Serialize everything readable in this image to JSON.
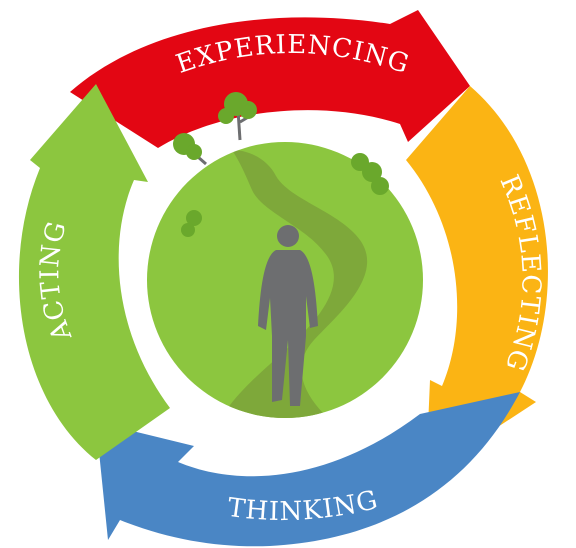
{
  "stages": [
    {
      "id": "experiencing",
      "label": "EXPERIENCING",
      "color": "#e30613"
    },
    {
      "id": "reflecting",
      "label": "REFLECTING",
      "color": "#fbb414"
    },
    {
      "id": "thinking",
      "label": "THINKING",
      "color": "#4a86c5"
    },
    {
      "id": "acting",
      "label": "ACTING",
      "color": "#8cc63f"
    }
  ],
  "globe": {
    "land_color": "#8cc63f",
    "path_color": "#7ea83a",
    "figure_color": "#6d6e70",
    "tree_color": "#6aa82c"
  }
}
